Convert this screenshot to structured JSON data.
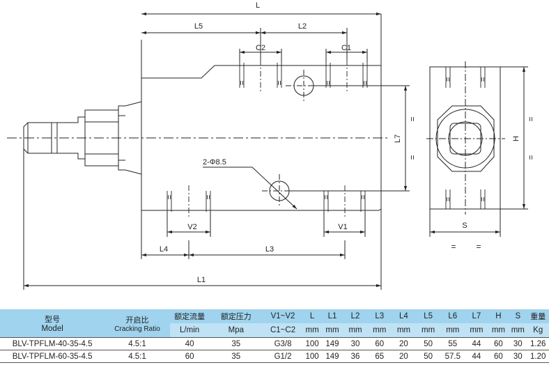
{
  "drawing": {
    "dims": {
      "L": "L",
      "L1": "L1",
      "L2": "L2",
      "L3": "L3",
      "L4": "L4",
      "L5": "L5",
      "L7": "L7",
      "C1": "C1",
      "C2": "C2",
      "V1": "V1",
      "V2": "V2",
      "H": "H",
      "S": "S",
      "hole": "2-Φ8.5"
    },
    "equal_mark": "="
  },
  "table": {
    "headers": {
      "model_cn": "型号",
      "model_en": "Model",
      "ratio_cn": "开启比",
      "ratio_en": "Cracking Ratio",
      "flow_cn": "额定流量",
      "flow_unit": "L/min",
      "pressure_cn": "额定压力",
      "pressure_unit": "Mpa",
      "ports_1": "V1~V2",
      "ports_2": "C1~C2",
      "L": "L",
      "L1": "L1",
      "L2": "L2",
      "L3": "L3",
      "L4": "L4",
      "L5": "L5",
      "L6": "L6",
      "L7": "L7",
      "H": "H",
      "S": "S",
      "weight_cn": "重量",
      "weight_unit": "Kg",
      "mm": "mm"
    },
    "rows": [
      {
        "model": "BLV-TPFLM-40-35-4.5",
        "ratio": "4.5:1",
        "flow": "40",
        "pressure": "35",
        "ports": "G3/8",
        "L": "100",
        "L1": "149",
        "L2": "30",
        "L3": "60",
        "L4": "20",
        "L5": "50",
        "L6": "55",
        "L7": "44",
        "H": "60",
        "S": "30",
        "weight": "1.26"
      },
      {
        "model": "BLV-TPFLM-60-35-4.5",
        "ratio": "4.5:1",
        "flow": "60",
        "pressure": "35",
        "ports": "G1/2",
        "L": "100",
        "L1": "149",
        "L2": "36",
        "L3": "65",
        "L4": "20",
        "L5": "50",
        "L6": "57.5",
        "L7": "44",
        "H": "60",
        "S": "30",
        "weight": "1.20"
      }
    ]
  }
}
